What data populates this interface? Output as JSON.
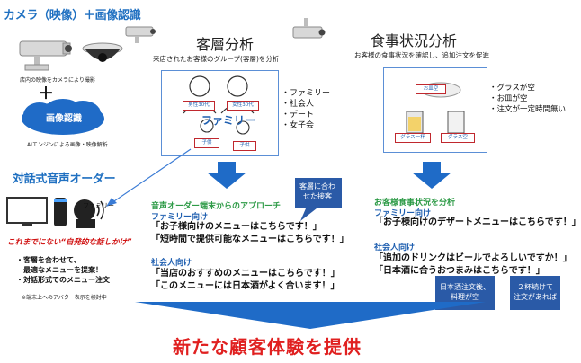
{
  "camera_section": {
    "title": "カメラ（映像）＋画像認識",
    "camera_caption": "店内の映像をカメラにより撮影",
    "plus": "＋",
    "recognition_label": "画像認識",
    "ai_caption": "AIエンジンによる画像・映像解析"
  },
  "customer_analysis": {
    "title": "客層分析",
    "subtitle": "来店されたお客様のグループ(客層)を分析",
    "labels": {
      "male": "男性30代",
      "female": "女性30代",
      "family": "ファミリー",
      "child1": "子供",
      "child2": "子供"
    },
    "bullets": [
      "・ファミリー",
      "・社会人",
      "・デート",
      "・女子会"
    ]
  },
  "meal_analysis": {
    "title": "食事状況分析",
    "subtitle": "お客様の食事状況を確認し、追加注文を促進",
    "labels": {
      "plate": "お皿空",
      "glass1": "グラス一杯",
      "glass2": "グラス空"
    },
    "bullets": [
      "・グラスが空",
      "・お皿が空",
      "・注文が一定時間無い"
    ]
  },
  "voice_order": {
    "title": "対話式音声オーダー",
    "family_tag": "ファミリー",
    "tagline": "これまでにない“自発的な話しかけ”",
    "points": [
      "・客層を合わせて、",
      "　最適なメニューを提案！",
      "・対話形式でのメニュー注文"
    ],
    "note": "※端末上へのアバター表示を検討中"
  },
  "approach": {
    "heading": "音声オーダー端末からのアプローチ",
    "family_head": "ファミリー向け",
    "family_lines": [
      "「お子様向けのメニューはこちらです！」",
      "「短時間で提供可能なメニューはこちらです！」"
    ],
    "worker_head": "社会人向け",
    "worker_lines": [
      "「当店のおすすめのメニューはこちらです！」",
      "「このメニューには日本酒がよく合います！」"
    ],
    "bubble": [
      "客層に合わ",
      "せた接客"
    ]
  },
  "meal_approach": {
    "heading": "お客様食事状況を分析",
    "family_head": "ファミリー向け",
    "family_lines": [
      "「お子様向けのデザートメニューはこちらです！」"
    ],
    "worker_head": "社会人向け",
    "worker_lines": [
      "「追加のドリンクはビールでよろしいですか！」",
      "「日本酒に合うおつまみはこちらです！」"
    ],
    "bubble1": [
      "日本酒注文後、",
      "料理が空"
    ],
    "bubble2": [
      "２杯続けて",
      "注文があれば"
    ]
  },
  "footer": {
    "headline": "新たな顧客体験を提供"
  },
  "colors": {
    "accent_blue": "#1f70c1",
    "dark_blue": "#2a5aa7",
    "red": "#e02020",
    "green": "#2e9b47"
  }
}
